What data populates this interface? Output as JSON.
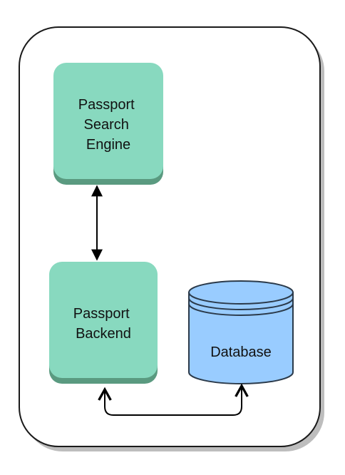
{
  "diagram": {
    "nodes": {
      "search_engine": {
        "lines": [
          "Passport",
          "Search",
          "Engine"
        ],
        "fill": "#88d9bf",
        "shadow": "#5a9a80"
      },
      "backend": {
        "lines": [
          "Passport",
          "Backend"
        ],
        "fill": "#88d9bf",
        "shadow": "#5a9a80"
      },
      "database": {
        "label": "Database",
        "fill": "#99ccff",
        "stroke": "#2b3a4a"
      }
    },
    "edges": [
      {
        "from": "search_engine",
        "to": "backend",
        "direction": "both"
      },
      {
        "from": "backend",
        "to": "database",
        "direction": "both"
      }
    ],
    "container": {
      "fill": "#ffffff",
      "stroke": "#1a1a1a",
      "shadow": "#bdbdbd"
    }
  }
}
